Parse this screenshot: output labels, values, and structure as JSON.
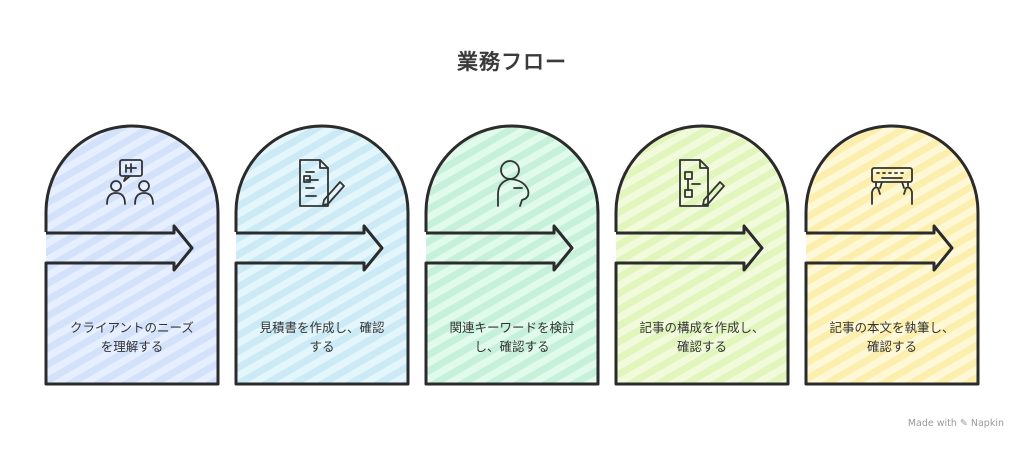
{
  "title": "業務フロー",
  "steps": [
    {
      "text_line1": "クライアントのニーズ",
      "text_line2": "を理解する",
      "color": "#d9e6fc",
      "icon": "people-discussion-icon"
    },
    {
      "text_line1": "見積書を作成し、確認",
      "text_line2": "する",
      "color": "#d2eef8",
      "icon": "document-edit-icon"
    },
    {
      "text_line1": "関連キーワードを検討",
      "text_line2": "し、確認する",
      "color": "#cdf3df",
      "icon": "person-thinking-icon"
    },
    {
      "text_line1": "記事の構成を作成し、",
      "text_line2": "確認する",
      "color": "#e8f7c6",
      "icon": "document-structure-edit-icon"
    },
    {
      "text_line1": "記事の本文を執筆し、",
      "text_line2": "確認する",
      "color": "#fdf3be",
      "icon": "keyboard-typing-icon"
    }
  ],
  "footer": "Made with ✎ Napkin"
}
